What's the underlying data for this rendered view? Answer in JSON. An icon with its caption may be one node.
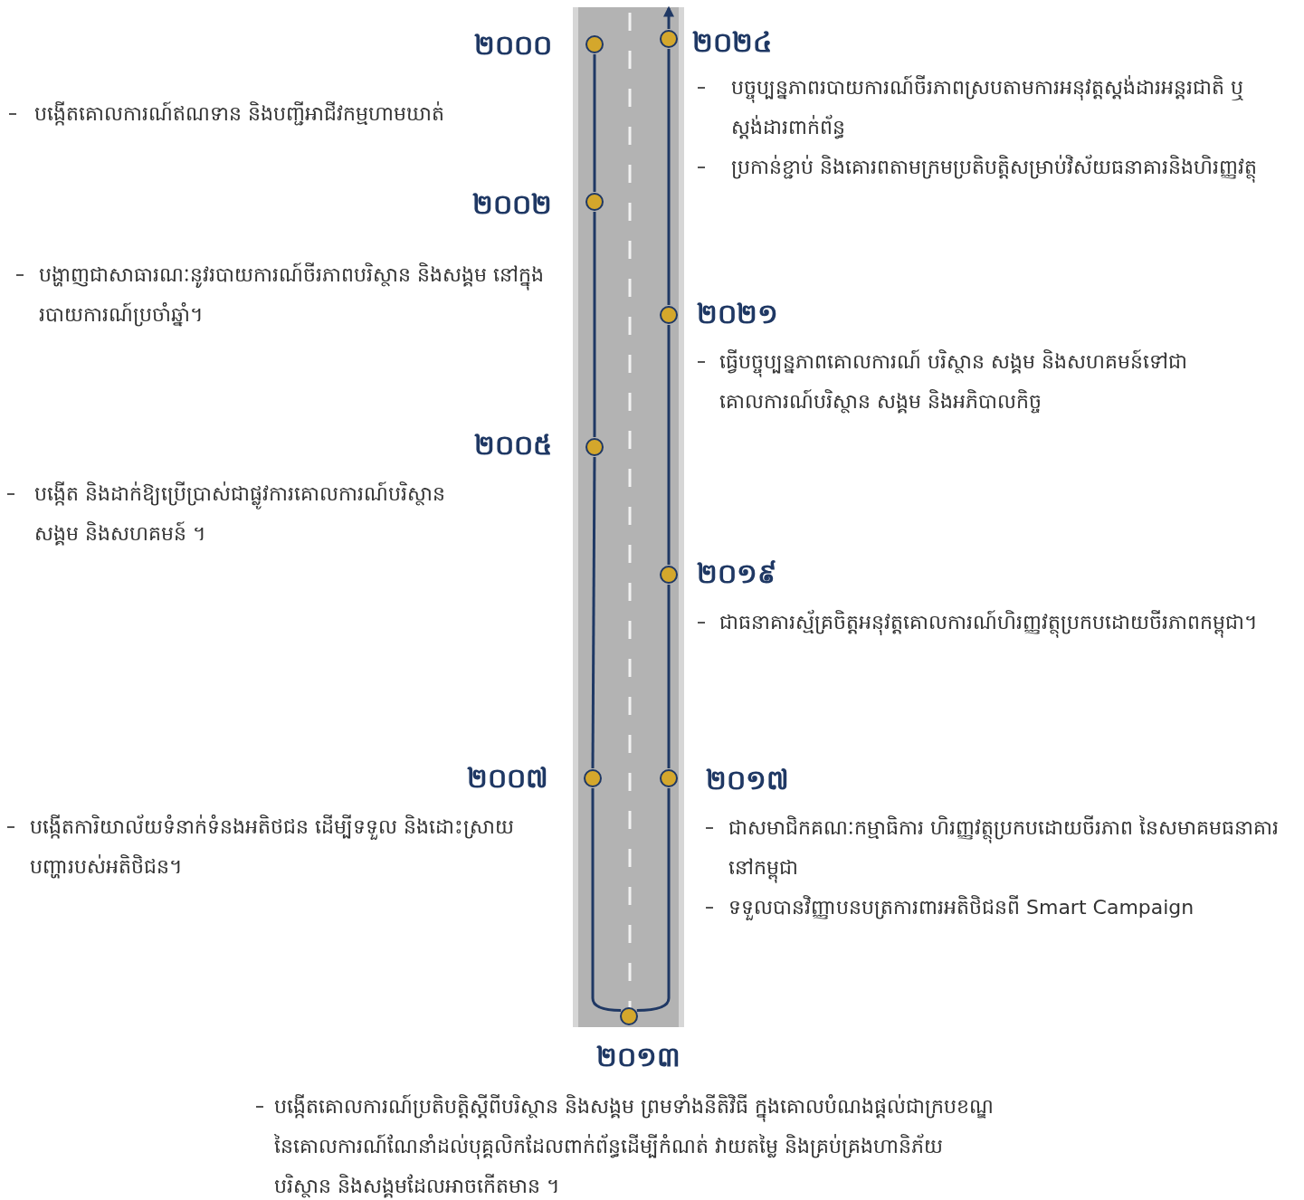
{
  "diagram": {
    "nodes": [
      {
        "text": [],
        "shape": "circle",
        "beside": [
          "២០០០",
          "បង្កើតគោលការណ៍ឥណទាន និងបញ្ជីអាជីវកម្មហាមឃាត់"
        ]
      },
      {
        "text": [],
        "shape": "circle",
        "beside": [
          "២០០២",
          "បង្ហាញជាសាធារណៈនូវរបាយការណ៍ចីរភាពបរិស្ថាន និងសង្គម នៅក្នុងរបាយការណ៍ប្រចាំឆ្នាំ។"
        ]
      },
      {
        "text": [],
        "shape": "circle",
        "beside": [
          "២០០៥",
          "បង្កើត និងដាក់ឱ្យប្រើប្រាស់ជាផ្លូវការគោលការណ៍បរិស្ថាន សង្គម និងសហគមន៍ ។"
        ]
      },
      {
        "text": [],
        "shape": "circle",
        "beside": [
          "២០០៧",
          "បង្កើតការិយាល័យទំនាក់ទំនងអតិថជន ដើម្បីទទួល និងដោះស្រាយបញ្ហារបស់អតិថិជន។"
        ]
      },
      {
        "text": [],
        "shape": "circle",
        "beside": [
          "២០១៣",
          "បង្កើតគោលការណ៍ប្រតិបត្តិស្តីពីបរិស្ថាន និងសង្គម ព្រមទាំងនីតិវិធី ក្នុងគោលបំណងផ្តល់ជាក្របខណ្ឌនៃគោលការណ៍ណែនាំដល់បុគ្គលិកដែលពាក់ព័ន្ធដើម្បីកំណត់ វាយតម្លៃ និងគ្រប់គ្រងហានិភ័យ បរិស្ថាន និងសង្គមដែលអាចកើតមាន ។"
        ]
      },
      {
        "text": [],
        "shape": "circle",
        "beside": [
          "២០១៧",
          "ជាសមាជិកគណៈកម្មាធិការ ហិរញ្ញវត្ថុប្រកបដោយចីរភាព នៃសមាគមធនាគារ នៅកម្ពុជា",
          "ទទួលបានវិញ្ញាបនបត្រការពារអតិថិជនពី Smart Campaign"
        ]
      },
      {
        "text": [],
        "shape": "circle",
        "beside": [
          "២០១៩",
          "ជាធនាគារស្ម័គ្រចិត្តអនុវត្តគោលការណ៍ហិរញ្ញវត្ថុប្រកបដោយចីរភាពកម្ពុជា។"
        ]
      },
      {
        "text": [],
        "shape": "circle",
        "beside": [
          "២០២១",
          "ធ្វើបច្ចុប្បន្នភាពគោលការណ៍ បរិស្ថាន សង្គម និងសហគមន៍ទៅជាគោលការណ៍បរិស្ថាន សង្គម និងអភិបាលកិច្ច"
        ]
      },
      {
        "text": [],
        "shape": "circle",
        "beside": [
          "២០២៤",
          "បច្ចុប្បន្នភាពរបាយការណ៍ចីរភាពស្របតាមការអនុវត្តស្តង់ដារអន្តរជាតិ ឬស្តង់ដារពាក់ព័ន្ធ",
          "ប្រកាន់ខ្ជាប់  និងគោរពតាមក្រមប្រតិបត្តិសម្រាប់វិស័យធនាគារនិងហិរញ្ញវត្ថុ"
        ]
      }
    ],
    "edges": [
      {
        "from": 0,
        "to": 1,
        "arrow": "none"
      },
      {
        "from": 1,
        "to": 2,
        "arrow": "none"
      },
      {
        "from": 2,
        "to": 3,
        "arrow": "none"
      },
      {
        "from": 3,
        "to": 4,
        "arrow": "none"
      },
      {
        "from": 4,
        "to": 5,
        "arrow": "none"
      },
      {
        "from": 5,
        "to": 6,
        "arrow": "none"
      },
      {
        "from": 6,
        "to": 7,
        "arrow": "none"
      },
      {
        "from": 7,
        "to": 8,
        "arrow": "none"
      }
    ]
  }
}
